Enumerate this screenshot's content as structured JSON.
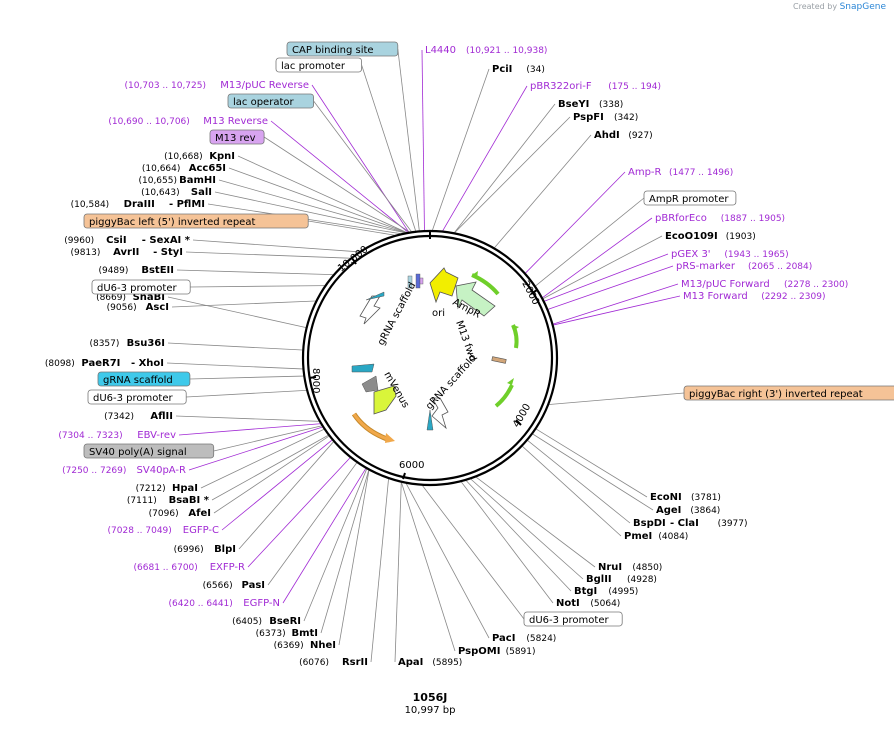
{
  "credit": {
    "prefix": "Created by",
    "brand": "SnapGene"
  },
  "plasmid": {
    "name": "1056J",
    "length": "10,997 bp",
    "total_bp": 10997
  },
  "ticks": [
    "2000",
    "4000",
    "6000",
    "8000",
    "10,000"
  ],
  "enzymes": [
    {
      "name": "PciI",
      "pos": "(34)"
    },
    {
      "name": "BseYI",
      "pos": "(338)"
    },
    {
      "name": "PspFI",
      "pos": "(342)"
    },
    {
      "name": "AhdI",
      "pos": "(927)"
    },
    {
      "name": "EcoO109I",
      "pos": "(1903)"
    },
    {
      "name": "EcoNI",
      "pos": "(3781)"
    },
    {
      "name": "AgeI",
      "pos": "(3864)"
    },
    {
      "name": "BspDI",
      "extra": "- ClaI",
      "pos": "(3977)"
    },
    {
      "name": "PmeI",
      "pos": "(4084)"
    },
    {
      "name": "NruI",
      "pos": "(4850)"
    },
    {
      "name": "BglII",
      "pos": "(4928)"
    },
    {
      "name": "BtgI",
      "pos": "(4995)"
    },
    {
      "name": "NotI",
      "pos": "(5064)"
    },
    {
      "name": "PacI",
      "pos": "(5824)"
    },
    {
      "name": "PspOMI",
      "pos": "(5891)"
    },
    {
      "name": "ApaI",
      "pos": "(5895)"
    },
    {
      "name": "RsrII",
      "pos": "(6076)"
    },
    {
      "name": "NheI",
      "pos": "(6369)"
    },
    {
      "name": "BmtI",
      "pos": "(6373)"
    },
    {
      "name": "BseRI",
      "pos": "(6405)"
    },
    {
      "name": "PasI",
      "pos": "(6566)"
    },
    {
      "name": "BlpI",
      "pos": "(6996)"
    },
    {
      "name": "AfeI",
      "pos": "(7096)"
    },
    {
      "name": "BsaBI *",
      "pos": "(7111)"
    },
    {
      "name": "HpaI",
      "pos": "(7212)"
    },
    {
      "name": "AflII",
      "pos": "(7342)"
    },
    {
      "name": "PaeR7I",
      "extra": "- XhoI",
      "pos": "(8098)"
    },
    {
      "name": "Bsu36I",
      "pos": "(8357)"
    },
    {
      "name": "SnaBI",
      "pos": "(8669)"
    },
    {
      "name": "AscI",
      "pos": "(9056)"
    },
    {
      "name": "BstEII",
      "pos": "(9489)"
    },
    {
      "name": "AvrII",
      "extra": "- StyI",
      "pos": "(9813)"
    },
    {
      "name": "CsiI",
      "extra": "- SexAI *",
      "pos": "(9960)"
    },
    {
      "name": "DraIII",
      "extra": "- PflMI",
      "pos": "(10,584)"
    },
    {
      "name": "SalI",
      "pos": "(10,643)"
    },
    {
      "name": "BamHI",
      "pos": "(10,655)"
    },
    {
      "name": "Acc65I",
      "pos": "(10,664)"
    },
    {
      "name": "KpnI",
      "pos": "(10,668)"
    }
  ],
  "primers": [
    {
      "name": "L4440",
      "pos": "(10,921 .. 10,938)"
    },
    {
      "name": "pBR322ori-F",
      "pos": "(175 .. 194)"
    },
    {
      "name": "Amp-R",
      "pos": "(1477 .. 1496)"
    },
    {
      "name": "pBRforEco",
      "pos": "(1887 .. 1905)"
    },
    {
      "name": "pGEX 3'",
      "pos": "(1943 .. 1965)"
    },
    {
      "name": "pRS-marker",
      "pos": "(2065 .. 2084)"
    },
    {
      "name": "M13/pUC Forward",
      "pos": "(2278 .. 2300)"
    },
    {
      "name": "M13 Forward",
      "pos": "(2292 .. 2309)"
    },
    {
      "name": "M13/pUC Reverse",
      "pos": "(10,703 .. 10,725)"
    },
    {
      "name": "M13 Reverse",
      "pos": "(10,690 .. 10,706)"
    },
    {
      "name": "EBV-rev",
      "pos": "(7304 .. 7323)"
    },
    {
      "name": "SV40pA-R",
      "pos": "(7250 .. 7269)"
    },
    {
      "name": "EGFP-C",
      "pos": "(7028 .. 7049)"
    },
    {
      "name": "EXFP-R",
      "pos": "(6681 .. 6700)"
    },
    {
      "name": "EGFP-N",
      "pos": "(6420 .. 6441)"
    }
  ],
  "boxed_features": [
    {
      "label": "CAP binding site",
      "fill": "#a9d3df"
    },
    {
      "label": "lac promoter",
      "fill": "#ffffff"
    },
    {
      "label": "lac operator",
      "fill": "#a9d3df"
    },
    {
      "label": "M13 rev",
      "fill": "#d8a4f0"
    },
    {
      "label": "piggyBac left (5') inverted repeat",
      "fill": "#f5c397"
    },
    {
      "label": "AmpR promoter",
      "fill": "#ffffff"
    },
    {
      "label": "dU6-3 promoter",
      "fill": "#ffffff"
    },
    {
      "label": "gRNA scaffold",
      "fill": "#3ec9ea"
    },
    {
      "label": "dU6-3 promoter",
      "fill": "#ffffff"
    },
    {
      "label": "SV40 poly(A) signal",
      "fill": "#bdbdbd"
    },
    {
      "label": "piggyBac right (3') inverted repeat",
      "fill": "#f5c397"
    },
    {
      "label": "dU6-3 promoter",
      "fill": "#ffffff"
    }
  ],
  "inner_features": [
    {
      "label": "ori"
    },
    {
      "label": "AmpR"
    },
    {
      "label": "M13 fwd"
    },
    {
      "label": "gRNA scaffold"
    },
    {
      "label": "gRNA scaffold"
    },
    {
      "label": "mVenus"
    }
  ],
  "colors": {
    "primer": "#a12ad4",
    "ori": "#f2ee00",
    "ampr": "#c6f2c4",
    "green_arrow": "#6fcf2a",
    "venus": "#d9f53a",
    "orange_arrow": "#f1a84a",
    "teal": "#2aa7c4",
    "gray_block": "#8c8c8c"
  }
}
